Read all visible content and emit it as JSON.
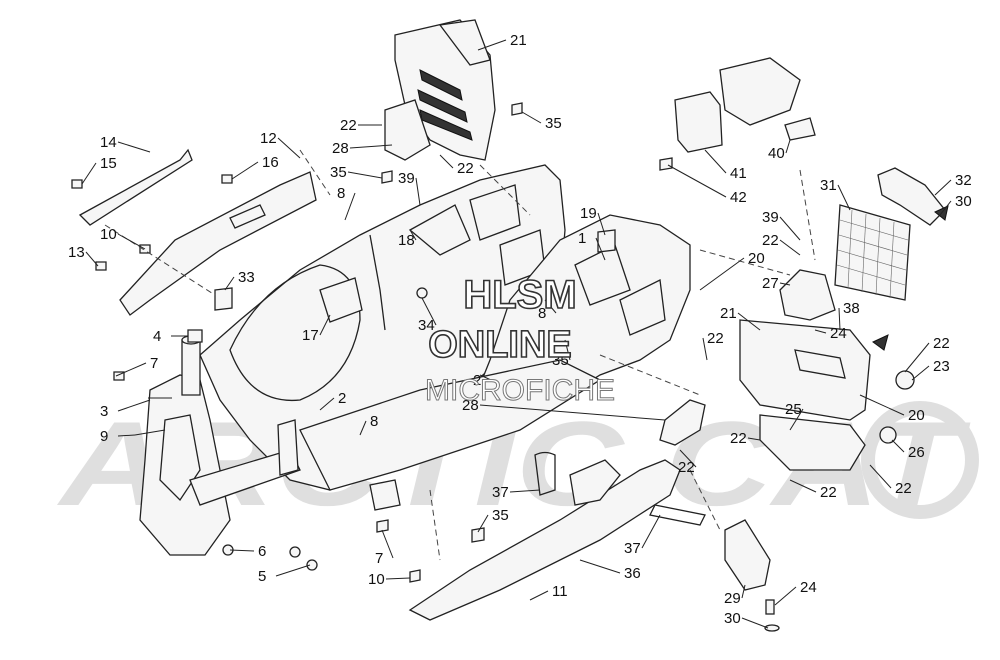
{
  "watermark": {
    "line1": "HLSM",
    "line2": "ONLINE",
    "line3": "MICROFICHE"
  },
  "brand_mark": "ARCTIC CAT",
  "callouts": [
    {
      "id": "c21a",
      "text": "21"
    },
    {
      "id": "c22a",
      "text": "22"
    },
    {
      "id": "c35a",
      "text": "35"
    },
    {
      "id": "c28a",
      "text": "28"
    },
    {
      "id": "c22b",
      "text": "22"
    },
    {
      "id": "c35b",
      "text": "35"
    },
    {
      "id": "c14",
      "text": "14"
    },
    {
      "id": "c15",
      "text": "15"
    },
    {
      "id": "c12",
      "text": "12"
    },
    {
      "id": "c16",
      "text": "16"
    },
    {
      "id": "c8a",
      "text": "8"
    },
    {
      "id": "c39a",
      "text": "39"
    },
    {
      "id": "c18",
      "text": "18"
    },
    {
      "id": "c10a",
      "text": "10"
    },
    {
      "id": "c13",
      "text": "13"
    },
    {
      "id": "c19",
      "text": "19"
    },
    {
      "id": "c1",
      "text": "1"
    },
    {
      "id": "c33",
      "text": "33"
    },
    {
      "id": "c34",
      "text": "34"
    },
    {
      "id": "c8b",
      "text": "8"
    },
    {
      "id": "c17",
      "text": "17"
    },
    {
      "id": "c35c",
      "text": "35"
    },
    {
      "id": "c4",
      "text": "4"
    },
    {
      "id": "c7a",
      "text": "7"
    },
    {
      "id": "c3",
      "text": "3"
    },
    {
      "id": "c9",
      "text": "9"
    },
    {
      "id": "c2a",
      "text": "2"
    },
    {
      "id": "c2b",
      "text": "2"
    },
    {
      "id": "c8c",
      "text": "8"
    },
    {
      "id": "c28b",
      "text": "28"
    },
    {
      "id": "c6",
      "text": "6"
    },
    {
      "id": "c5",
      "text": "5"
    },
    {
      "id": "c7b",
      "text": "7"
    },
    {
      "id": "c10b",
      "text": "10"
    },
    {
      "id": "c37a",
      "text": "37"
    },
    {
      "id": "c35d",
      "text": "35"
    },
    {
      "id": "c37b",
      "text": "37"
    },
    {
      "id": "c36",
      "text": "36"
    },
    {
      "id": "c11",
      "text": "11"
    },
    {
      "id": "c41",
      "text": "41"
    },
    {
      "id": "c42",
      "text": "42"
    },
    {
      "id": "c40",
      "text": "40"
    },
    {
      "id": "c31",
      "text": "31"
    },
    {
      "id": "c32",
      "text": "32"
    },
    {
      "id": "c30a",
      "text": "30"
    },
    {
      "id": "c39b",
      "text": "39"
    },
    {
      "id": "c22c",
      "text": "22"
    },
    {
      "id": "c20a",
      "text": "20"
    },
    {
      "id": "c27",
      "text": "27"
    },
    {
      "id": "c21b",
      "text": "21"
    },
    {
      "id": "c38",
      "text": "38"
    },
    {
      "id": "c24a",
      "text": "24"
    },
    {
      "id": "c22d",
      "text": "22"
    },
    {
      "id": "c22e",
      "text": "22"
    },
    {
      "id": "c23",
      "text": "23"
    },
    {
      "id": "c20b",
      "text": "20"
    },
    {
      "id": "c25",
      "text": "25"
    },
    {
      "id": "c22f",
      "text": "22"
    },
    {
      "id": "c26",
      "text": "26"
    },
    {
      "id": "c22g",
      "text": "22"
    },
    {
      "id": "c22h",
      "text": "22"
    },
    {
      "id": "c22i",
      "text": "22"
    },
    {
      "id": "c29",
      "text": "29"
    },
    {
      "id": "c24b",
      "text": "24"
    },
    {
      "id": "c30b",
      "text": "30"
    }
  ]
}
